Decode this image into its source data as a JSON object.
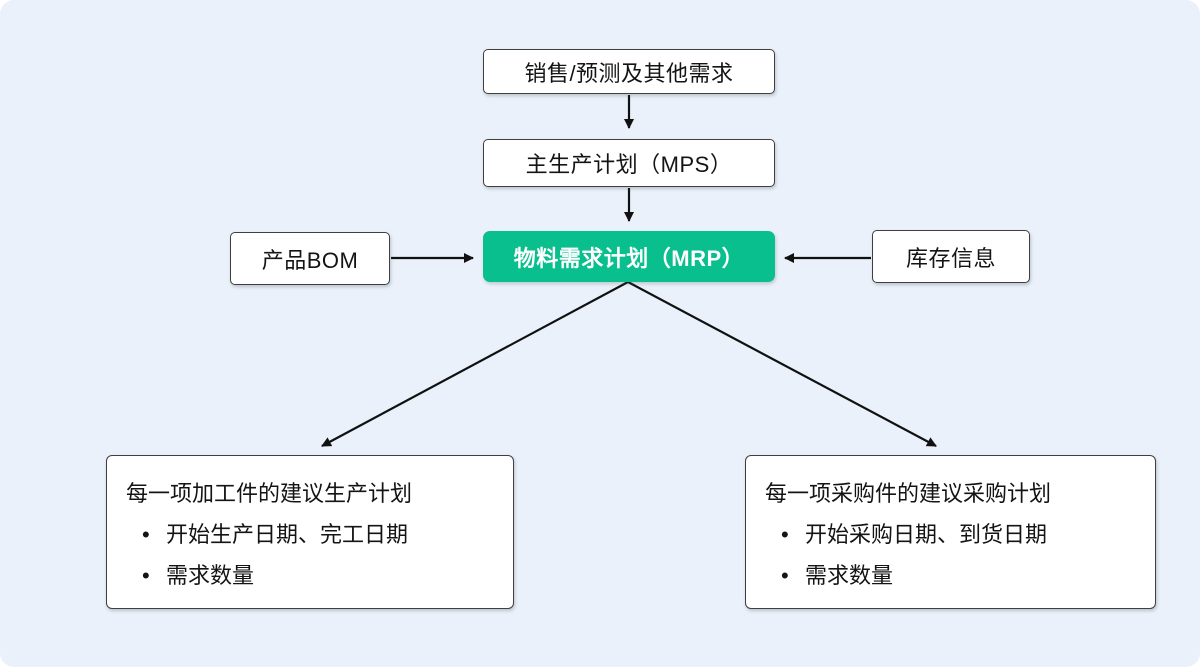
{
  "diagram": {
    "title_hint": "MRP flow diagram",
    "colors": {
      "background": "#EAF1FA",
      "accent_green": "#0ABF8E",
      "box_border": "#3F3F3F",
      "arrow": "#111111",
      "accent_text": "#FFFFFF"
    },
    "nodes": {
      "sales": {
        "label": "销售/预测及其他需求"
      },
      "mps": {
        "label": "主生产计划（MPS）"
      },
      "mrp": {
        "label": "物料需求计划（MRP）"
      },
      "bom": {
        "label": "产品BOM"
      },
      "inventory": {
        "label": "库存信息"
      },
      "production": {
        "title": "每一项加工件的建议生产计划",
        "bullet_glyph": "•",
        "bullets": [
          "开始生产日期、完工日期",
          "需求数量"
        ]
      },
      "purchase": {
        "title": "每一项采购件的建议采购计划",
        "bullet_glyph": "•",
        "bullets": [
          "开始采购日期、到货日期",
          "需求数量"
        ]
      }
    },
    "edges": [
      "sales→mps",
      "mps→mrp",
      "bom→mrp",
      "inventory→mrp",
      "mrp→production",
      "mrp→purchase"
    ]
  }
}
